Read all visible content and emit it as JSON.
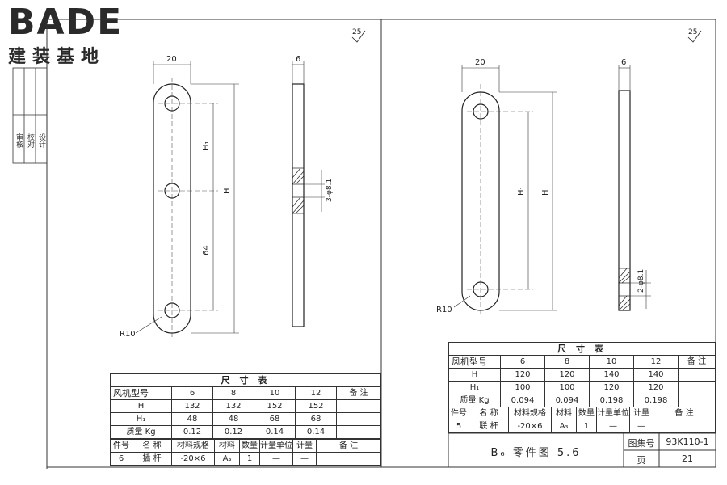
{
  "logo": {
    "latin": "BADE",
    "cjk": "建装基地"
  },
  "sidebar": {
    "stamps": [
      "审核",
      "校对",
      "设计"
    ]
  },
  "left": {
    "roughness": "25",
    "dims": {
      "width": "20",
      "thickness": "6",
      "h1": "H₁",
      "h": "H",
      "span": "64",
      "radius": "R10",
      "hole": "3-φ8.1"
    },
    "table": {
      "title": "尺 寸 表",
      "header": [
        "风机型号",
        "6",
        "8",
        "10",
        "12",
        "备 注"
      ],
      "rows": [
        [
          "H",
          "132",
          "132",
          "152",
          "152",
          ""
        ],
        [
          "H₁",
          "48",
          "48",
          "68",
          "68",
          ""
        ],
        [
          "质量 Kg",
          "0.12",
          "0.12",
          "0.14",
          "0.14",
          ""
        ]
      ],
      "parts_header": [
        "件号",
        "名 称",
        "材料规格",
        "材料",
        "数量",
        "计量单位",
        "计量",
        "备 注"
      ],
      "parts_rows": [
        [
          "6",
          "插 杆",
          "-20×6",
          "A₃",
          "1",
          "—",
          "—",
          ""
        ]
      ]
    }
  },
  "right": {
    "roughness": "25",
    "dims": {
      "width": "20",
      "thickness": "6",
      "h1": "H₁",
      "h": "H",
      "radius": "R10",
      "hole": "2-φ8.1"
    },
    "table": {
      "title": "尺 寸 表",
      "header": [
        "风机型号",
        "6",
        "8",
        "10",
        "12",
        "备 注"
      ],
      "rows": [
        [
          "H",
          "120",
          "120",
          "140",
          "140",
          ""
        ],
        [
          "H₁",
          "100",
          "100",
          "120",
          "120",
          ""
        ],
        [
          "质量 Kg",
          "0.094",
          "0.094",
          "0.198",
          "0.198",
          ""
        ]
      ],
      "parts_header": [
        "件号",
        "名 称",
        "材料规格",
        "材料",
        "数量",
        "计量单位",
        "计量",
        "备 注"
      ],
      "parts_rows": [
        [
          "5",
          "联 杆",
          "-20×6",
          "A₃",
          "1",
          "—",
          "—",
          ""
        ]
      ]
    },
    "title_block": {
      "title": "B₆ 零件图 5.6",
      "atlas_label": "图集号",
      "atlas_value": "93K110-1",
      "page_label": "页",
      "page_value": "21"
    }
  }
}
